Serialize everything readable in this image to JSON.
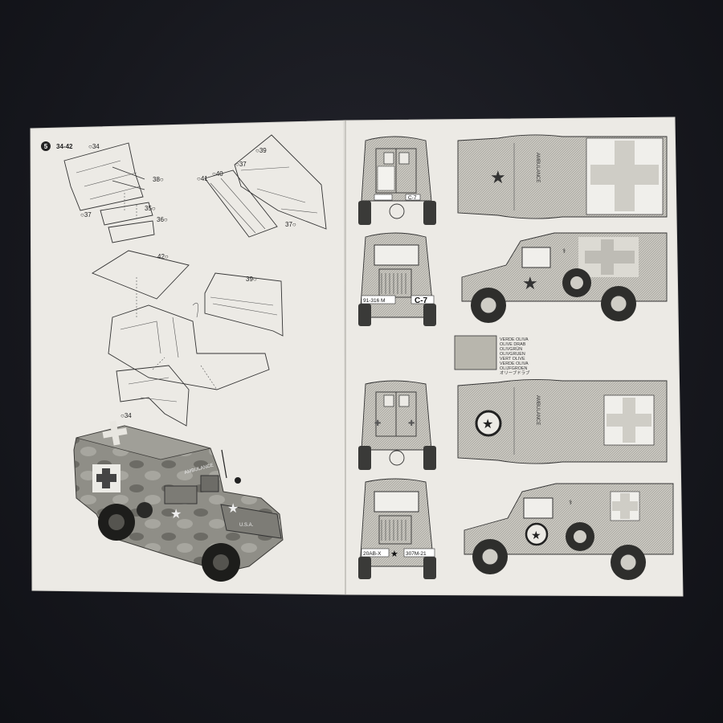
{
  "left_page": {
    "step_number": "5",
    "step_range": "34-42",
    "part_labels": {
      "p34_top": "○34",
      "p38": "38○",
      "p35": "35○",
      "p36": "36○",
      "p37_left": "○37",
      "p40": "○40",
      "p41": "○41",
      "p37_mid": "○37",
      "p39_top": "○39",
      "p37_right": "37○",
      "p42": "42○",
      "p39_mid": "39○",
      "p34_bottom": "○34"
    },
    "photo_text": {
      "door_marking": "U.S.A.",
      "side_text": "AMBULANCE"
    }
  },
  "right_page": {
    "plates": {
      "rear_top": "C-7",
      "front_top_left": "91-316 M",
      "front_top_right": "C-7",
      "front_bottom_left": "20AB-X",
      "front_bottom_right": "307M-21"
    },
    "roof_text_top": "AMBULANCE",
    "roof_text_bottom": "AMBULANCE",
    "color_swatch": {
      "color": "#b8b6ad",
      "labels": [
        "VERDE OLIVA",
        "OLIVE DRAB",
        "OLIVGRÜN",
        "OLIVGRUEN",
        "VERT OLIVE",
        "VERDE OLIVA",
        "OLIJFGROEN",
        "オリーブドラブ"
      ]
    }
  }
}
